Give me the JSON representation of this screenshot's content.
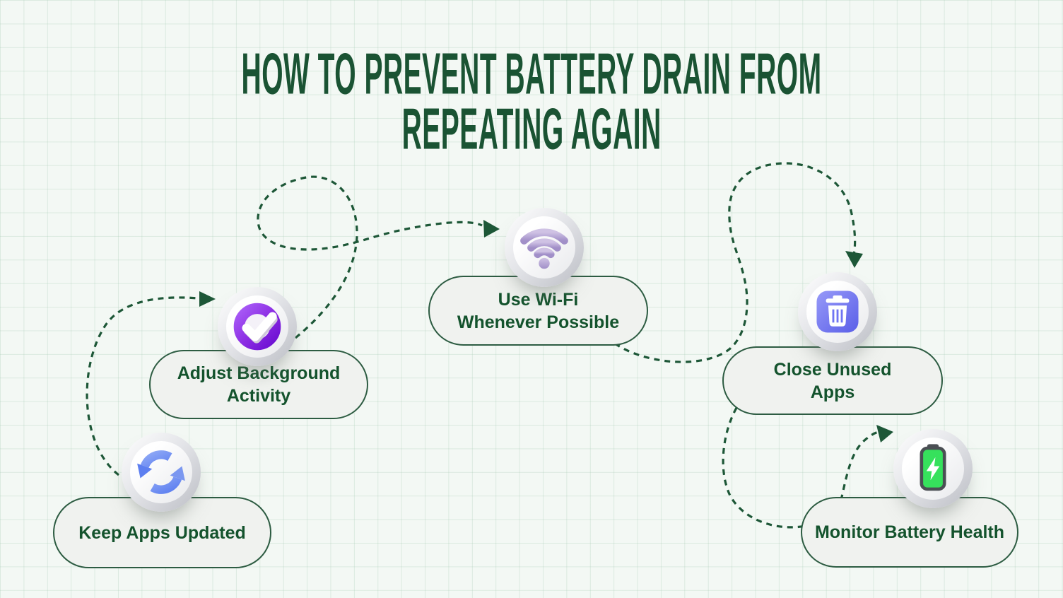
{
  "title": {
    "lines": [
      "HOW TO PREVENT BATTERY DRAIN FROM",
      "REPEATING AGAIN"
    ]
  },
  "steps": [
    {
      "name": "keep-apps-updated",
      "label": "Keep Apps Updated",
      "lines": [
        "Keep Apps Updated"
      ],
      "icon": "refresh-icon"
    },
    {
      "name": "adjust-background-activity",
      "label": "Adjust Background Activity",
      "lines": [
        "Adjust Background",
        "Activity"
      ],
      "icon": "check-circle-icon"
    },
    {
      "name": "use-wifi-whenever-possible",
      "label": "Use Wi-Fi Whenever Possible",
      "lines": [
        "Use Wi-Fi",
        "Whenever Possible"
      ],
      "icon": "wifi-icon"
    },
    {
      "name": "close-unused-apps",
      "label": "Close Unused Apps",
      "lines": [
        "Close Unused",
        "Apps"
      ],
      "icon": "trash-icon"
    },
    {
      "name": "monitor-battery-health",
      "label": "Monitor Battery Health",
      "lines": [
        "Monitor Battery Health"
      ],
      "icon": "battery-icon"
    }
  ],
  "colors": {
    "background": "#f3f8f4",
    "grid_line": "#dcebe0",
    "title_green": "#1a5333",
    "pill_fill": "#f0f2ef",
    "pill_border": "#2d5c42",
    "pill_text": "#14532d",
    "dash_green": "#1d5737",
    "refresh_blue": "#7b97f0",
    "check_purple": "#8a2be2",
    "wifi_lavender": "#b3a1d2",
    "trash_indigo": "#6f74f3",
    "battery_green": "#36e15c"
  }
}
